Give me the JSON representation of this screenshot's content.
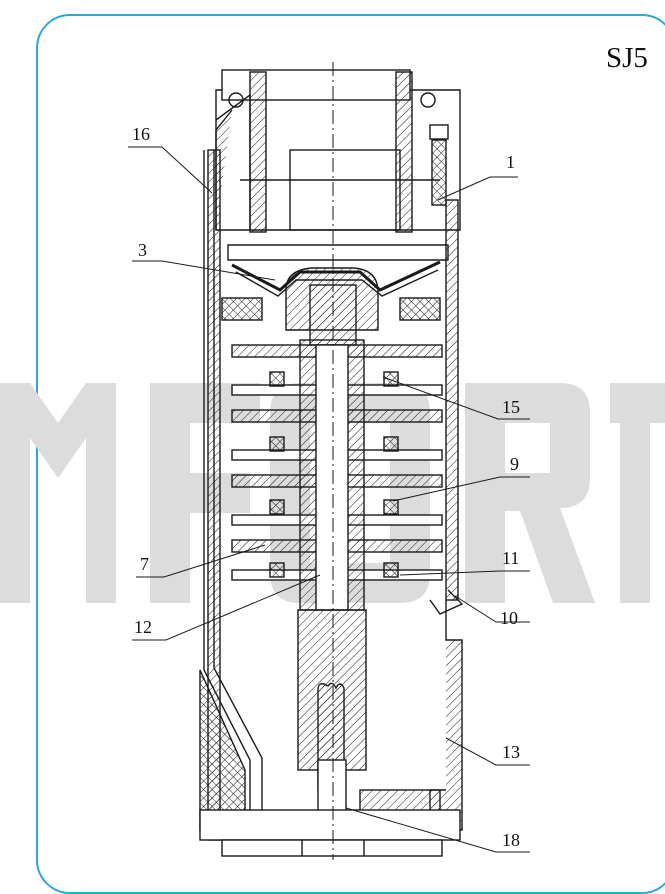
{
  "model": "SJ5",
  "watermark_text": "MFORT",
  "callouts": {
    "c1": "1",
    "c3": "3",
    "c16": "16",
    "c15": "15",
    "c9": "9",
    "c7": "7",
    "c11": "11",
    "c12": "12",
    "c10": "10",
    "c13": "13",
    "c18": "18"
  },
  "colors": {
    "frame": "#2aa8d8",
    "line": "#1a1a1a",
    "watermark": "#dcdcdc"
  }
}
